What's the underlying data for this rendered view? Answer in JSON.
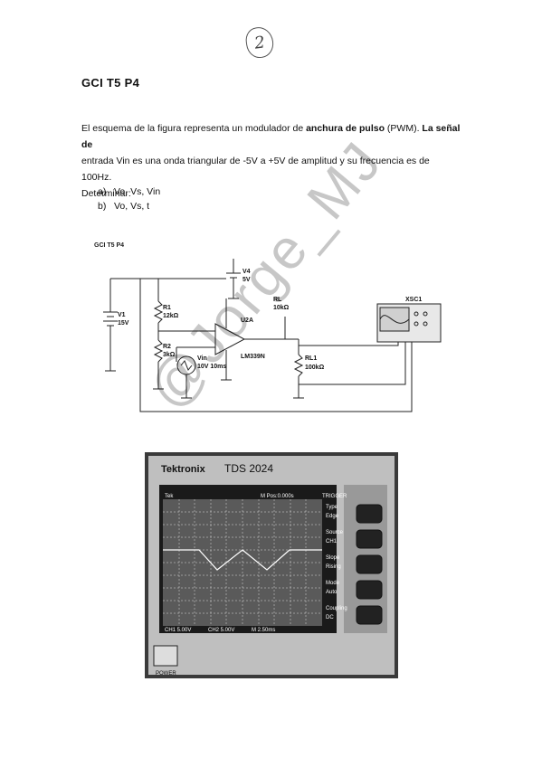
{
  "page_number": "2",
  "title": "GCI T5 P4",
  "paragraph": {
    "p1": " El esquema de la figura representa un modulador de ",
    "p2": "anchura de pulso",
    "p3": " (PWM). ",
    "p4": "La señal de",
    "p5": "entrada Vin es una onda triangular de -5V a +5V de amplitud y su frecuencia es de 100Hz.",
    "p6": "Determinar:"
  },
  "questions": [
    {
      "key": "a)",
      "text": "Vo, Vs, Vin"
    },
    {
      "key": "b)",
      "text": "Vo, Vs, t"
    }
  ],
  "schematic": {
    "title": "GCI T5 P4",
    "v1": "V1",
    "v1_val": "15V",
    "v4": "V4",
    "v4_val": "5V",
    "r1": "R1",
    "r1_val": "12kΩ",
    "r2": "R2",
    "r2_val": "3kΩ",
    "rl": "RL",
    "rl_val": "10kΩ",
    "rl1": "RL1",
    "rl1_val": "100kΩ",
    "vin": "Vin",
    "vin_val": "10V 10ms",
    "u2a": "U2A",
    "ic": "LM339N",
    "xsc": "XSC1"
  },
  "oscilloscope": {
    "brand": "Tektronix",
    "model": "TDS 2024",
    "tek": "Tek",
    "pos": "M Pos:0.000s",
    "trigger": "TRIGGER",
    "menu": [
      "Type",
      "Edge",
      "Source",
      "CH1",
      "Slope",
      "Rising",
      "Mode",
      "Auto",
      "Coupling",
      "DC"
    ],
    "bottom": [
      "CH1 5.00V",
      "CH2 5.00V",
      "M 2.50ms"
    ],
    "power": "POWER"
  },
  "watermark": "@Jorge_MJ"
}
